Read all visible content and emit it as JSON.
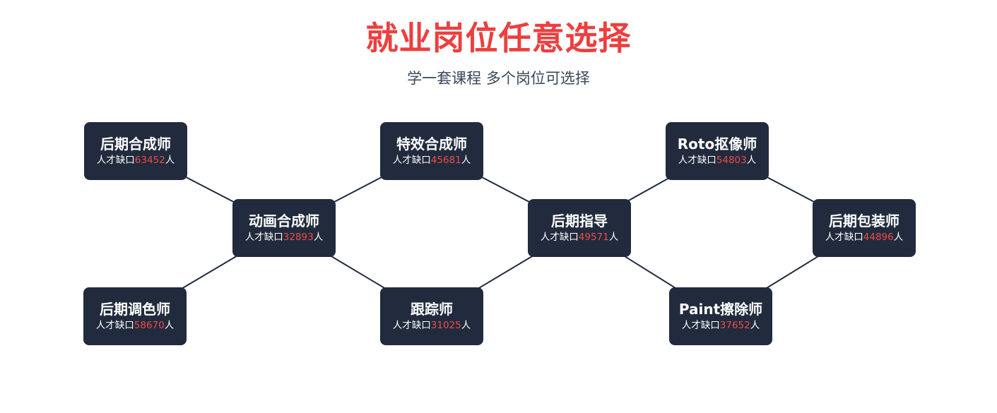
{
  "header": {
    "title": "就业岗位任意选择",
    "subtitle": "学一套课程 多个岗位可选择"
  },
  "colors": {
    "title": "#ee3e3e",
    "subtitle": "#3a4658",
    "node_bg": "#212b3d",
    "node_text": "#ffffff",
    "number": "#f04a4a",
    "line": "#212b3d"
  },
  "nodes": [
    {
      "name": "后期合成师",
      "prefix": "人才缺口",
      "number": "63452",
      "suffix": "人"
    },
    {
      "name": "后期调色师",
      "prefix": "人才缺口",
      "number": "58670",
      "suffix": "人"
    },
    {
      "name": "动画合成师",
      "prefix": "人才缺口",
      "number": "32893",
      "suffix": "人"
    },
    {
      "name": "特效合成师",
      "prefix": "人才缺口",
      "number": "45681",
      "suffix": "人"
    },
    {
      "name": "跟踪师",
      "prefix": "人才缺口",
      "number": "31025",
      "suffix": "人"
    },
    {
      "name": "后期指导",
      "prefix": "人才缺口",
      "number": "49571",
      "suffix": "人"
    },
    {
      "name": "Roto抠像师",
      "prefix": "人才缺口",
      "number": "54803",
      "suffix": "人"
    },
    {
      "name": "Paint擦除师",
      "prefix": "人才缺口",
      "number": "37652",
      "suffix": "人"
    },
    {
      "name": "后期包装师",
      "prefix": "人才缺口",
      "number": "44896",
      "suffix": "人"
    }
  ],
  "edges": [
    [
      "后期合成师",
      "动画合成师"
    ],
    [
      "后期调色师",
      "动画合成师"
    ],
    [
      "动画合成师",
      "特效合成师"
    ],
    [
      "动画合成师",
      "跟踪师"
    ],
    [
      "特效合成师",
      "后期指导"
    ],
    [
      "跟踪师",
      "后期指导"
    ],
    [
      "后期指导",
      "Roto抠像师"
    ],
    [
      "后期指导",
      "Paint擦除师"
    ],
    [
      "Roto抠像师",
      "后期包装师"
    ],
    [
      "Paint擦除师",
      "后期包装师"
    ]
  ]
}
